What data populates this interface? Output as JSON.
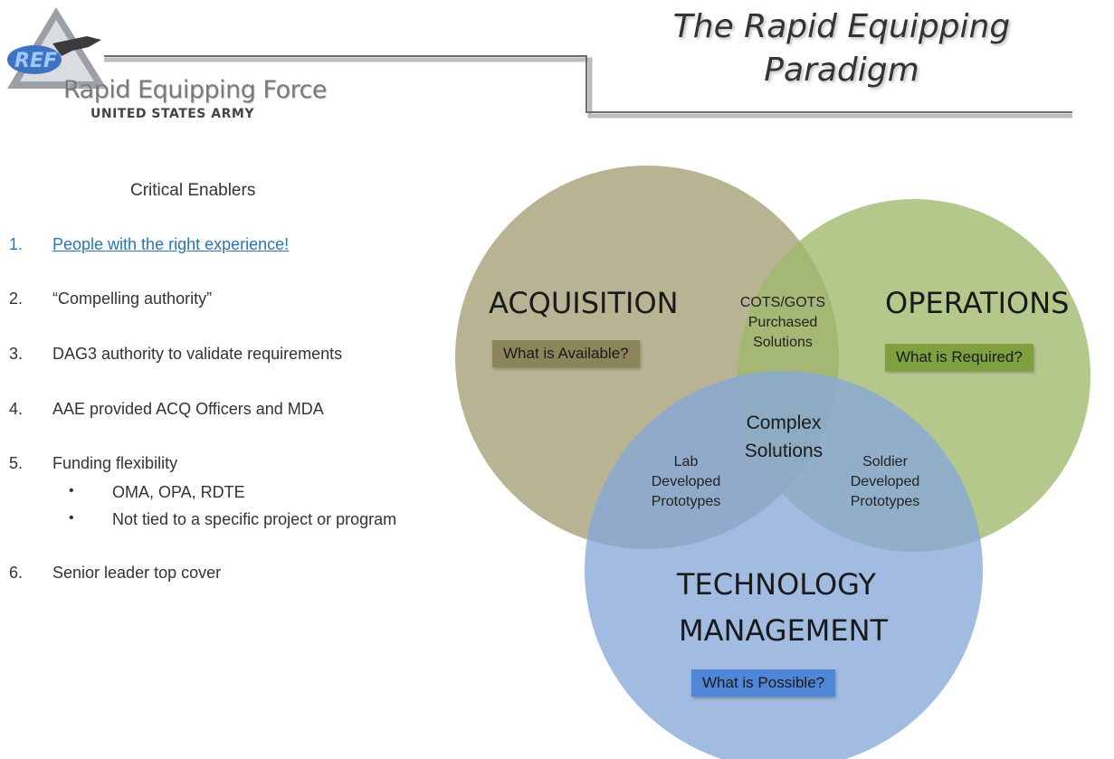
{
  "header": {
    "title_line1": "The Rapid Equipping",
    "title_line2": "Paradigm",
    "logo_wordmark": "Rapid Equipping Force",
    "logo_subtitle": "UNITED STATES ARMY",
    "logo_badge": "REF"
  },
  "enablers": {
    "heading": "Critical Enablers",
    "items": [
      {
        "number": "1.",
        "text": "People with the right experience!"
      },
      {
        "number": "2.",
        "text": "“Compelling authority”"
      },
      {
        "number": "3.",
        "text": "DAG3 authority to validate requirements"
      },
      {
        "number": "4.",
        "text": "AAE provided ACQ Officers and MDA"
      },
      {
        "number": "5.",
        "text": "Funding  flexibility"
      },
      {
        "number": "6.",
        "text": "Senior leader top cover"
      }
    ],
    "sub_items": [
      {
        "bullet": "•",
        "text": "OMA, OPA, RDTE"
      },
      {
        "bullet": "•",
        "text": "Not tied to a specific project or program"
      }
    ]
  },
  "venn": {
    "acquisition": {
      "title": "ACQUISITION",
      "box": "What is Available?",
      "color": "#a49e74",
      "box_color": "#8c845a"
    },
    "operations": {
      "title": "OPERATIONS",
      "box": "What is Required?",
      "color": "#a0b96b",
      "box_color": "#7fa03f"
    },
    "technology": {
      "title_line1": "TECHNOLOGY",
      "title_line2": "MANAGEMENT",
      "box": "What is Possible?",
      "color": "#87a8d8",
      "box_color": "#4f86d8"
    },
    "acq_ops": [
      "COTS/GOTS",
      "Purchased",
      "Solutions"
    ],
    "acq_tech": [
      "Lab",
      "Developed",
      "Prototypes"
    ],
    "ops_tech": [
      "Soldier",
      "Developed",
      "Prototypes"
    ],
    "center": [
      "Complex",
      "Solutions"
    ]
  }
}
